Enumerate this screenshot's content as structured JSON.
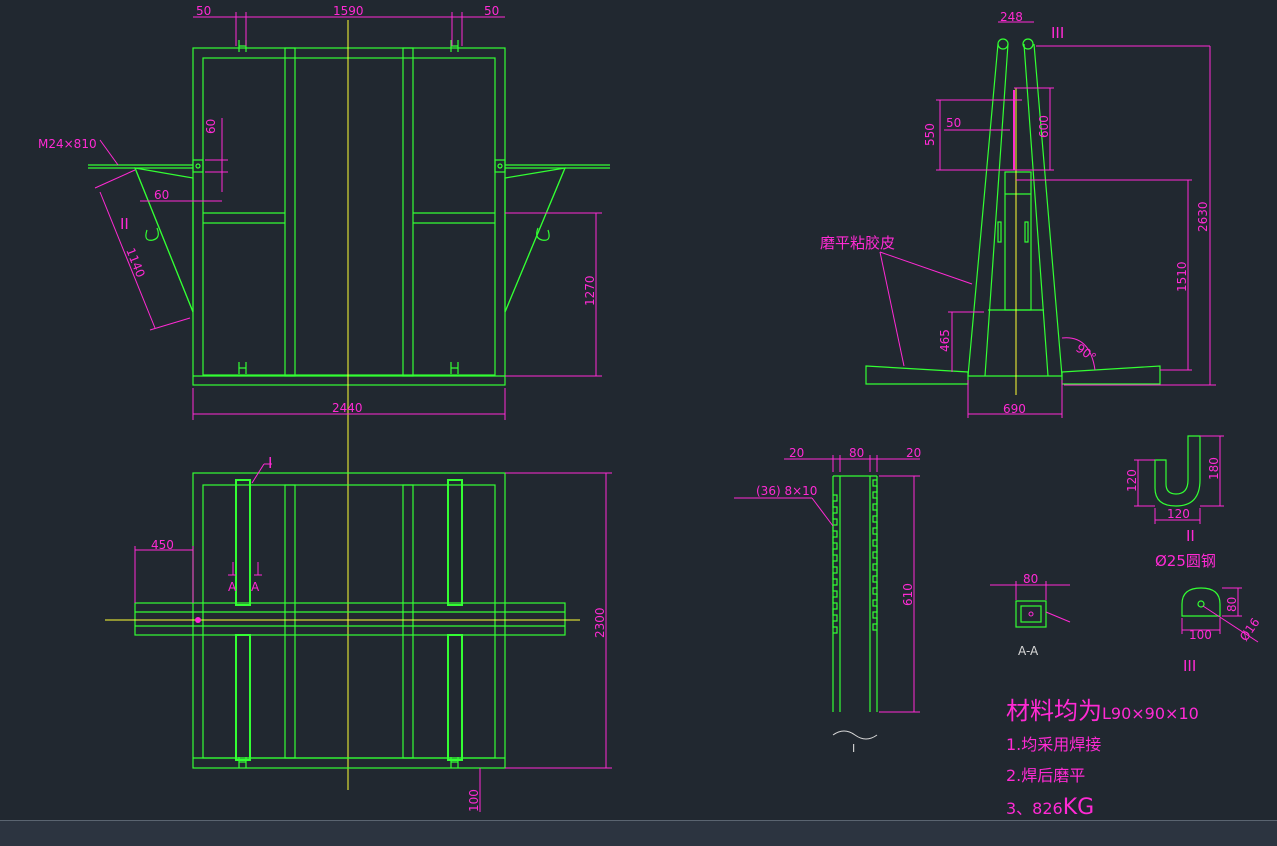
{
  "colors": {
    "background": "#212830",
    "structure": "#33ff33",
    "dimension": "#ff2ad4",
    "centerline": "#ffff33",
    "statusbar": "#2c3440"
  },
  "front_view": {
    "dim_top_left": "50",
    "dim_top_mid": "1590",
    "dim_top_right": "50",
    "bolt_label": "M24×810",
    "dim_60_vertical": "60",
    "dim_60_horizontal": "60",
    "dim_1140": "1140",
    "detail_II_callout": "II",
    "dim_1270": "1270",
    "dim_2440": "2440"
  },
  "side_view": {
    "dim_248": "248",
    "detail_III_callout": "III",
    "dim_550": "550",
    "dim_50": "50",
    "dim_600": "600",
    "dim_2630": "2630",
    "rubber_label": "磨平粘胶皮",
    "dim_1510": "1510",
    "dim_465": "465",
    "angle_90": "90°",
    "dim_690": "690"
  },
  "plan_view": {
    "detail_I_callout": "I",
    "section_a_left": "A",
    "section_a_right": "A",
    "dim_450": "450",
    "dim_2300": "2300",
    "dim_100": "100"
  },
  "detail_I": {
    "dim_20_left": "20",
    "dim_80": "80",
    "dim_20_right": "20",
    "slot_label": "(36) 8×10",
    "dim_610": "610",
    "title": "I"
  },
  "detail_II": {
    "dim_120_height": "120",
    "dim_180": "180",
    "dim_120_width": "120",
    "title": "II",
    "material": "Ø25圆钢"
  },
  "section_AA": {
    "dim_80": "80",
    "title": "A-A"
  },
  "detail_III": {
    "dim_80": "80",
    "dim_100": "100",
    "dim_hole": "Ø16",
    "title": "III"
  },
  "notes": {
    "material_prefix": "材料均为",
    "material_spec": "L90×90×10",
    "note_1": "1.均采用焊接",
    "note_2": "2.焊后磨平",
    "note_3_prefix": "3、826",
    "note_3_unit": "KG"
  }
}
